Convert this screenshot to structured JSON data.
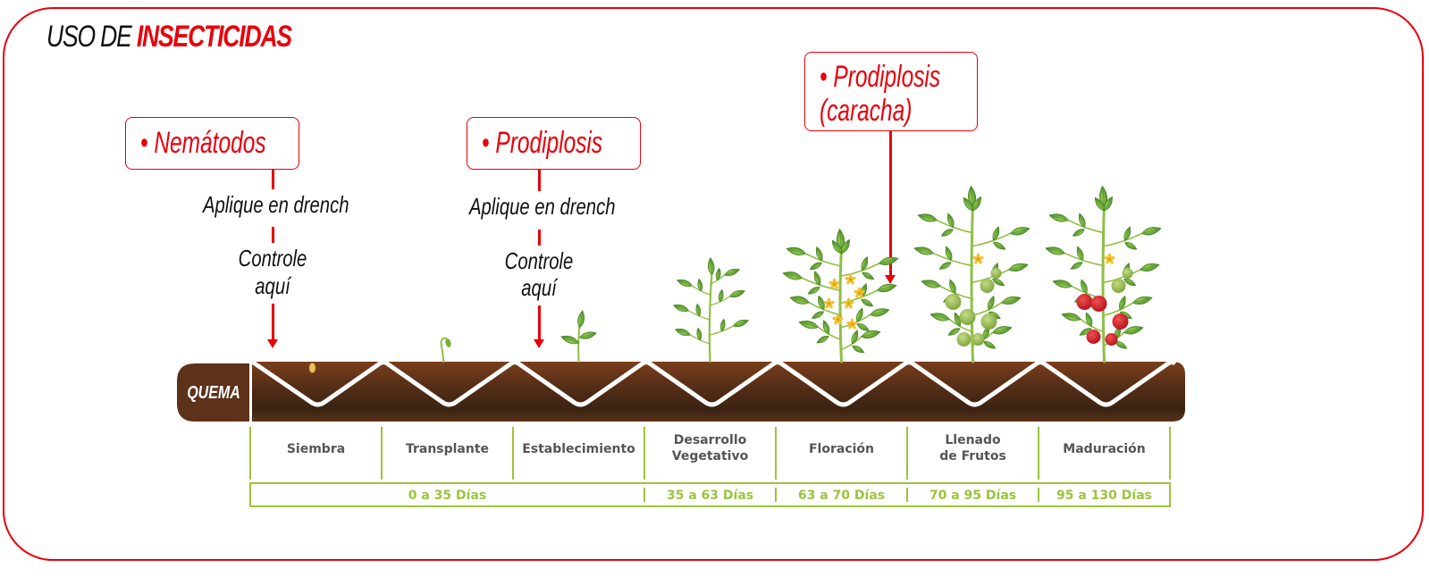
{
  "title": {
    "prefix": "USO DE",
    "highlight": "INSECTICIDAS"
  },
  "colors": {
    "accent_red": "#e8000b",
    "soil_brown": "#5c321b",
    "soil_dark": "#3d2414",
    "table_green": "#9bc43d",
    "stage_text": "#555555",
    "leaf_green": "#5e9e2e",
    "flower_yellow": "#f2c02a",
    "tomato_red": "#d6212b"
  },
  "callouts": [
    {
      "label": "• Nemátodos",
      "notes": [
        "Aplique en drench",
        "Controle",
        "aquí"
      ],
      "target_stage": "Siembra"
    },
    {
      "label": "• Prodiplosis",
      "notes": [
        "Aplique en drench",
        "Controle",
        "aquí"
      ],
      "target_stage": "Establecimiento"
    },
    {
      "label": "• Prodiplosis",
      "label_line2": "(caracha)",
      "notes": [],
      "target_stage": "Floración"
    }
  ],
  "soil_band": {
    "label": "QUEMA"
  },
  "stages": [
    {
      "name": "Siembra",
      "plant": "seed-icon"
    },
    {
      "name": "Transplante",
      "plant": "sprout-icon"
    },
    {
      "name": "Establecimiento",
      "plant": "seedling-icon"
    },
    {
      "name": "Desarrollo",
      "name_line2": "Vegetativo",
      "plant": "young-plant-icon"
    },
    {
      "name": "Floración",
      "plant": "flowering-plant-icon"
    },
    {
      "name": "Llenado",
      "name_line2": "de Frutos",
      "plant": "green-fruit-plant-icon"
    },
    {
      "name": "Maduración",
      "plant": "ripe-tomato-plant-icon"
    }
  ],
  "day_ranges": [
    {
      "label": "0 a 35 Días",
      "stages": [
        "Siembra",
        "Transplante",
        "Establecimiento"
      ]
    },
    {
      "label": "35 a 63 Días",
      "stages": [
        "Desarrollo Vegetativo"
      ]
    },
    {
      "label": "63 a 70 Días",
      "stages": [
        "Floración"
      ]
    },
    {
      "label": "70 a 95 Días",
      "stages": [
        "Llenado de Frutos"
      ]
    },
    {
      "label": "95 a 130 Días",
      "stages": [
        "Maduración"
      ]
    }
  ]
}
